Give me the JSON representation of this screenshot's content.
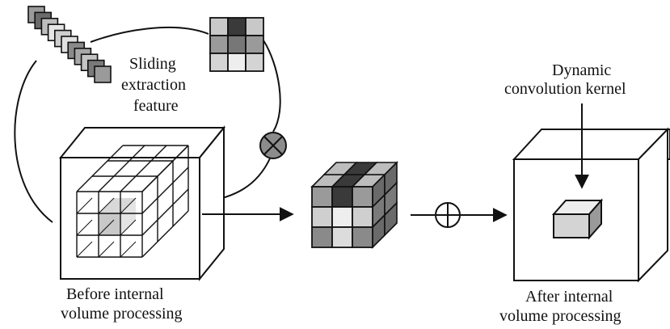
{
  "labels": {
    "sliding_line1": "Sliding",
    "sliding_line2": "extraction",
    "sliding_line3": "feature",
    "dynamic_line1": "Dynamic",
    "dynamic_line2": "convolution kernel",
    "before_line1": "Before internal",
    "before_line2": "volume processing",
    "after_line1": "After internal",
    "after_line2": "volume processing"
  },
  "operators": {
    "multiply": "×",
    "add": "+"
  },
  "kernel_grid": {
    "shades": [
      "#c8c8c8",
      "#3a3a3a",
      "#c8c8c8",
      "#9a9a9a",
      "#777777",
      "#9a9a9a",
      "#d4d4d4",
      "#eeeeee",
      "#d4d4d4"
    ]
  },
  "colors": {
    "stroke": "#111111",
    "dark": "#3a3a3a",
    "mid": "#8c8c8c",
    "light": "#d0d0d0",
    "lightest": "#eeeeee"
  }
}
